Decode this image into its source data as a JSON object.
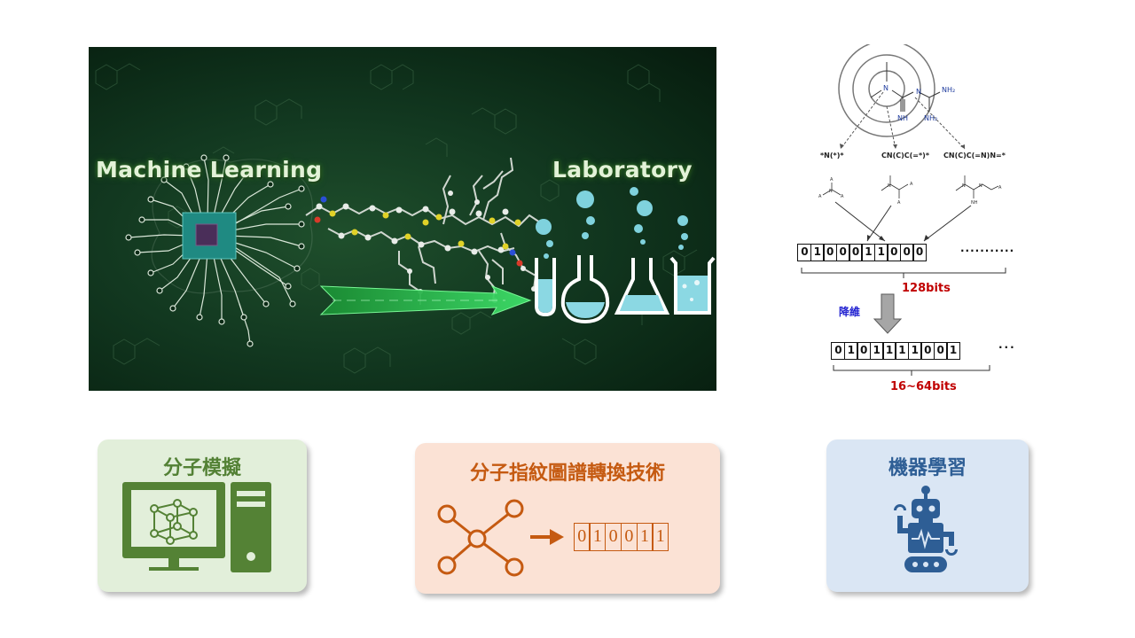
{
  "hero": {
    "title_left": "Machine Learning",
    "title_right": "Laboratory",
    "accent_color": "#27c84e"
  },
  "fingerprint_diagram": {
    "atom_labels": [
      "N",
      "N",
      "NH₂",
      "NH",
      "NH₂"
    ],
    "fragments": [
      "*N(*)*",
      "CN(C)C(=*)*",
      "CN(C)C(=N)N=*"
    ],
    "bits_128": [
      "0",
      "1",
      "0",
      "0",
      "0",
      "1",
      "1",
      "0",
      "0",
      "0"
    ],
    "bits_128_ellipsis": "···········",
    "bits_128_label": "128bits",
    "reduction_label": "降維",
    "bits_64": [
      "0",
      "1",
      "0",
      "1",
      "1",
      "1",
      "1",
      "0",
      "0",
      "1"
    ],
    "bits_64_ellipsis": "···",
    "bits_64_label": "16~64bits",
    "label_color": "#c00000"
  },
  "cards": {
    "simulation": {
      "title": "分子模擬",
      "icon": "computer-molecule-icon",
      "color": "#538135"
    },
    "fingerprint": {
      "title": "分子指紋圖譜轉換技術",
      "icon": "graph-to-bits-icon",
      "bits": [
        "0",
        "1",
        "0",
        "0",
        "1",
        "1"
      ],
      "color": "#c55a11"
    },
    "machine_learning": {
      "title": "機器學習",
      "icon": "robot-icon",
      "color": "#2e5e95"
    }
  }
}
